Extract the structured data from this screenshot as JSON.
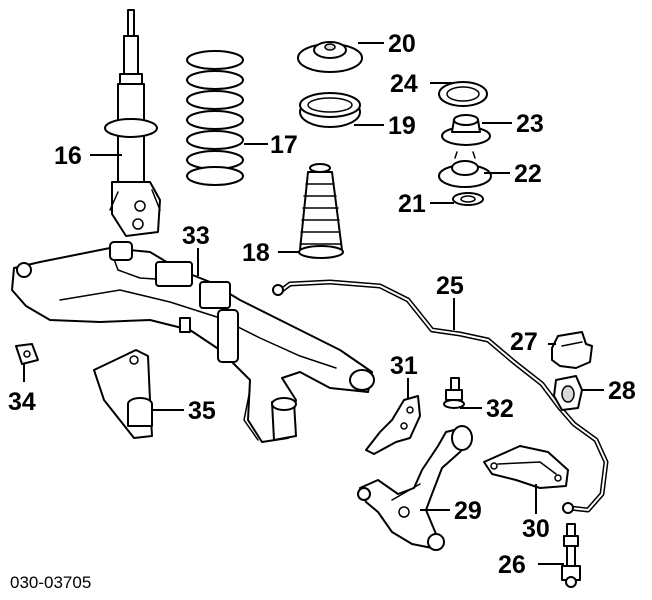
{
  "diagram": {
    "background": "#ffffff",
    "ink": "#000000",
    "document_number": "030-03705",
    "callouts": {
      "p16": "16",
      "p17": "17",
      "p18": "18",
      "p19": "19",
      "p20": "20",
      "p21": "21",
      "p22": "22",
      "p23": "23",
      "p24": "24",
      "p25": "25",
      "p26": "26",
      "p27": "27",
      "p28": "28",
      "p29": "29",
      "p30": "30",
      "p31": "31",
      "p32": "32",
      "p33": "33",
      "p34": "34",
      "p35": "35"
    }
  }
}
